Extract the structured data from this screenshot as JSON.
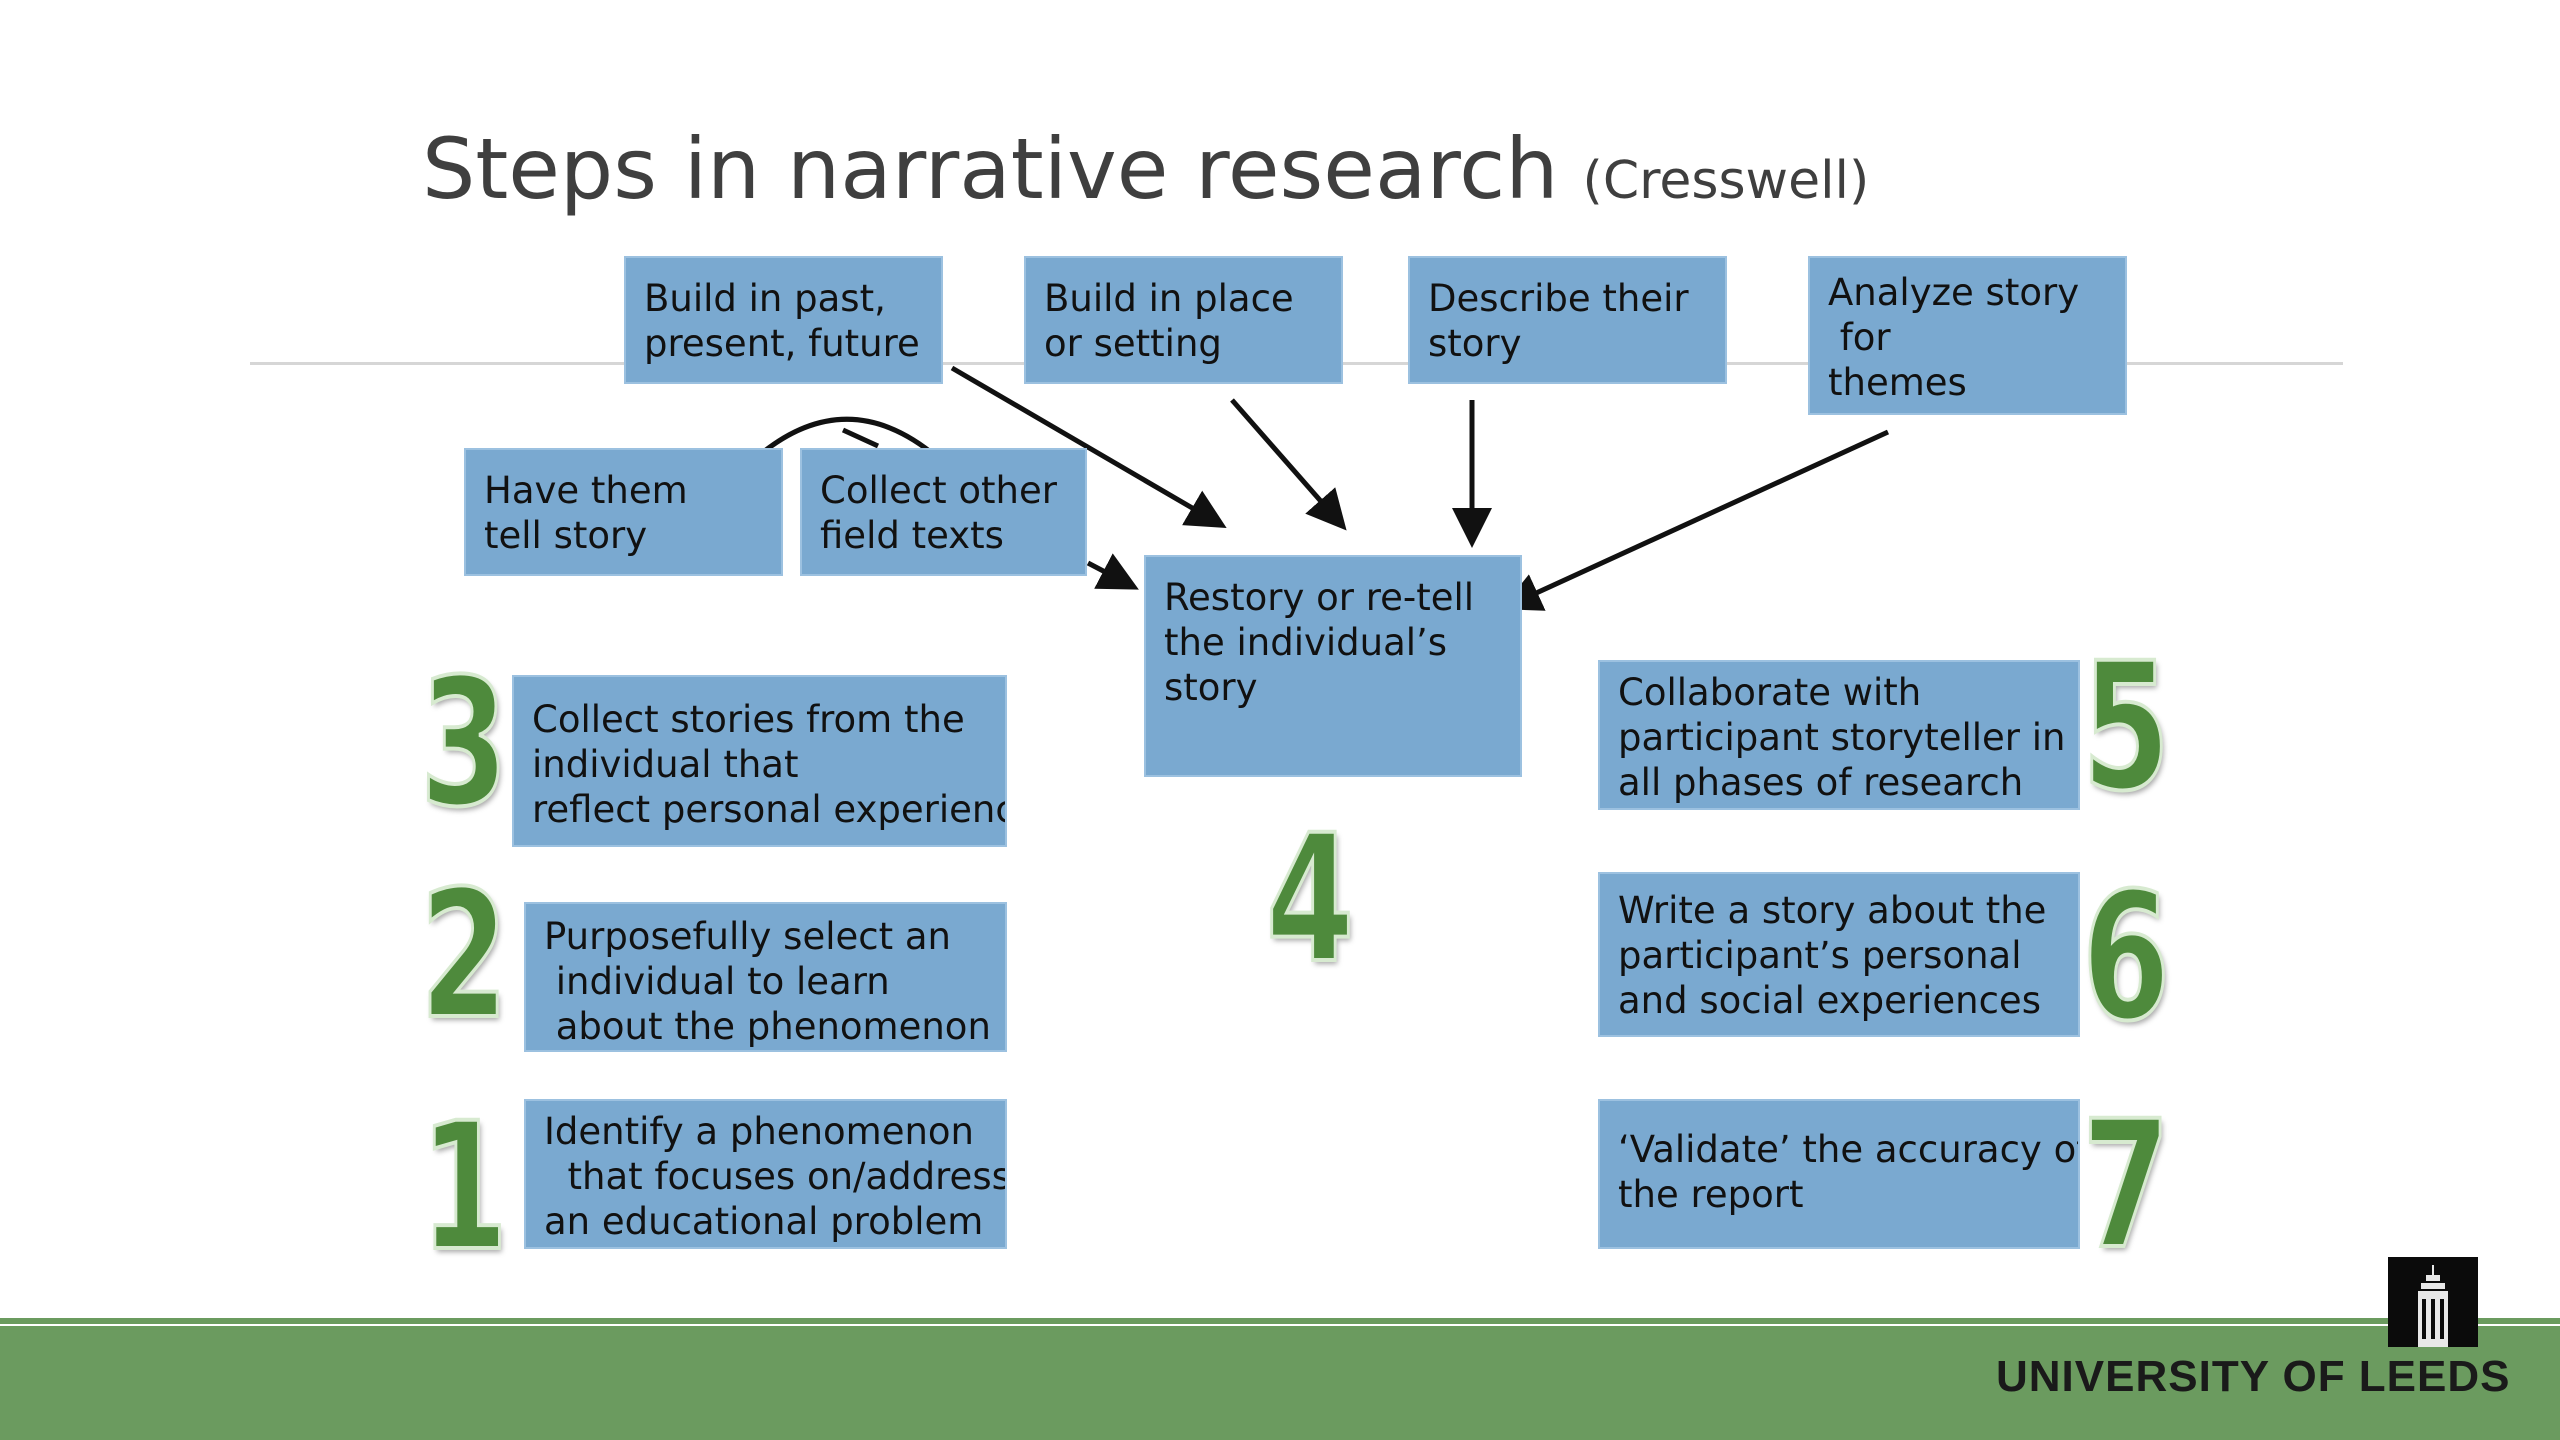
{
  "title": {
    "main": "Steps in narrative research",
    "source": "(Cresswell)"
  },
  "boxes": {
    "build_past": "Build in past,\npresent, future",
    "build_place": "Build in place\nor setting",
    "describe_story": "Describe their\nstory",
    "analyze_story": "Analyze story\n for\nthemes",
    "have_them_tell": "Have them\ntell story",
    "collect_other": "Collect other\nfield texts",
    "restory": "Restory or re-tell\nthe individual’s\nstory",
    "step3": "Collect stories from the\nindividual that\nreflect personal experience",
    "step2": "Purposefully select an\n individual to learn\n about the phenomenon",
    "step1": "Identify a phenomenon\n  that focuses on/addresses\nan educational problem",
    "step5": "Collaborate with\nparticipant storyteller in\nall phases of research",
    "step6": "Write a story about the\nparticipant’s personal\nand social experiences",
    "step7": "‘Validate’ the accuracy of\nthe report"
  },
  "numbers": {
    "n1": "1",
    "n2": "2",
    "n3": "3",
    "n4": "4",
    "n5": "5",
    "n6": "6",
    "n7": "7"
  },
  "footer": {
    "university": "UNIVERSITY OF LEEDS",
    "logo_icon": "parkinson-tower-icon"
  },
  "colors": {
    "box_fill": "#7aa9d0",
    "number_green": "#4e8a3c",
    "footer_green": "#6b9b5f",
    "title_text": "#3f3f3f"
  }
}
